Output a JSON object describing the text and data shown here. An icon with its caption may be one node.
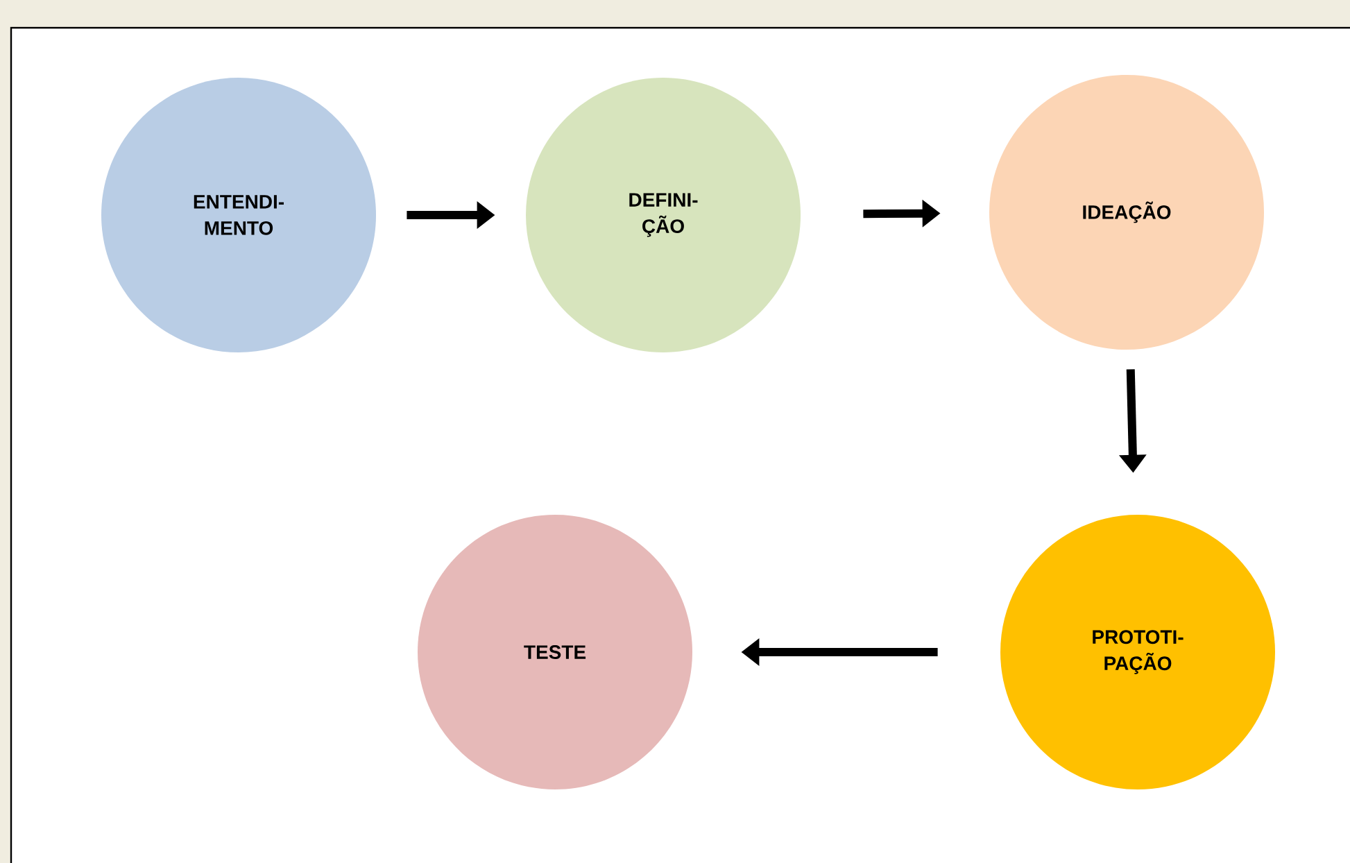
{
  "diagram": {
    "nodes": [
      {
        "text": [
          "ENTENDI- MENTO"
        ]
      },
      {
        "text": [
          "DEFINI- ÇÃO"
        ]
      },
      {
        "text": [
          "IDEAÇÃO"
        ]
      },
      {
        "text": [
          "PROTOTI- PAÇÃO"
        ]
      },
      {
        "text": [
          "TESTE"
        ]
      }
    ],
    "edges": [
      {
        "from": 0,
        "to": 1,
        "arrow": "to"
      },
      {
        "from": 1,
        "to": 2,
        "arrow": "to"
      },
      {
        "from": 2,
        "to": 3,
        "arrow": "to"
      },
      {
        "from": 3,
        "to": 4,
        "arrow": "to"
      }
    ]
  }
}
